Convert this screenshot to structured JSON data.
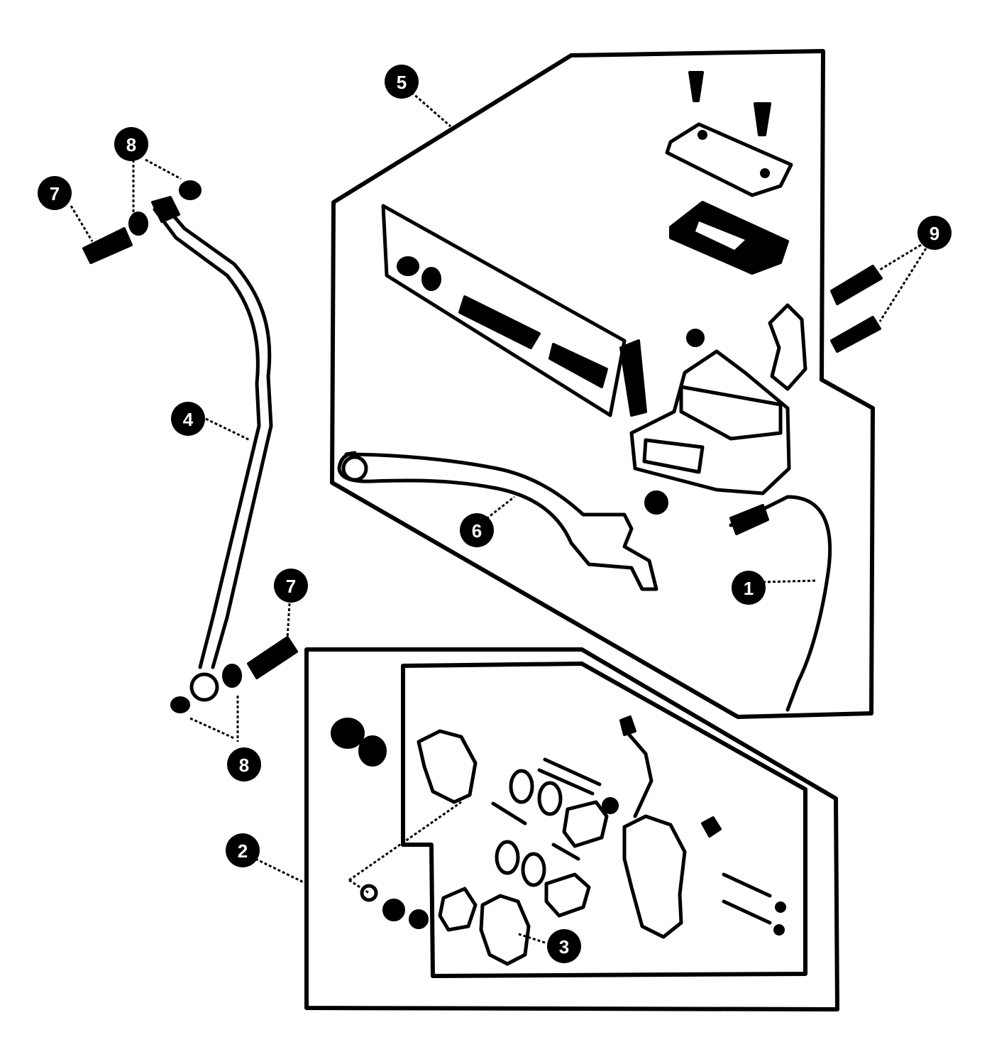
{
  "callouts": [
    {
      "id": "callout-1",
      "label": "1"
    },
    {
      "id": "callout-2",
      "label": "2"
    },
    {
      "id": "callout-3",
      "label": "3"
    },
    {
      "id": "callout-4",
      "label": "4"
    },
    {
      "id": "callout-5",
      "label": "5"
    },
    {
      "id": "callout-6",
      "label": "6"
    },
    {
      "id": "callout-7-top",
      "label": "7"
    },
    {
      "id": "callout-7-bottom",
      "label": "7"
    },
    {
      "id": "callout-8-top",
      "label": "8"
    },
    {
      "id": "callout-8-bottom",
      "label": "8"
    },
    {
      "id": "callout-9",
      "label": "9"
    }
  ],
  "colors": {
    "ink": "#000000",
    "background": "#ffffff"
  }
}
